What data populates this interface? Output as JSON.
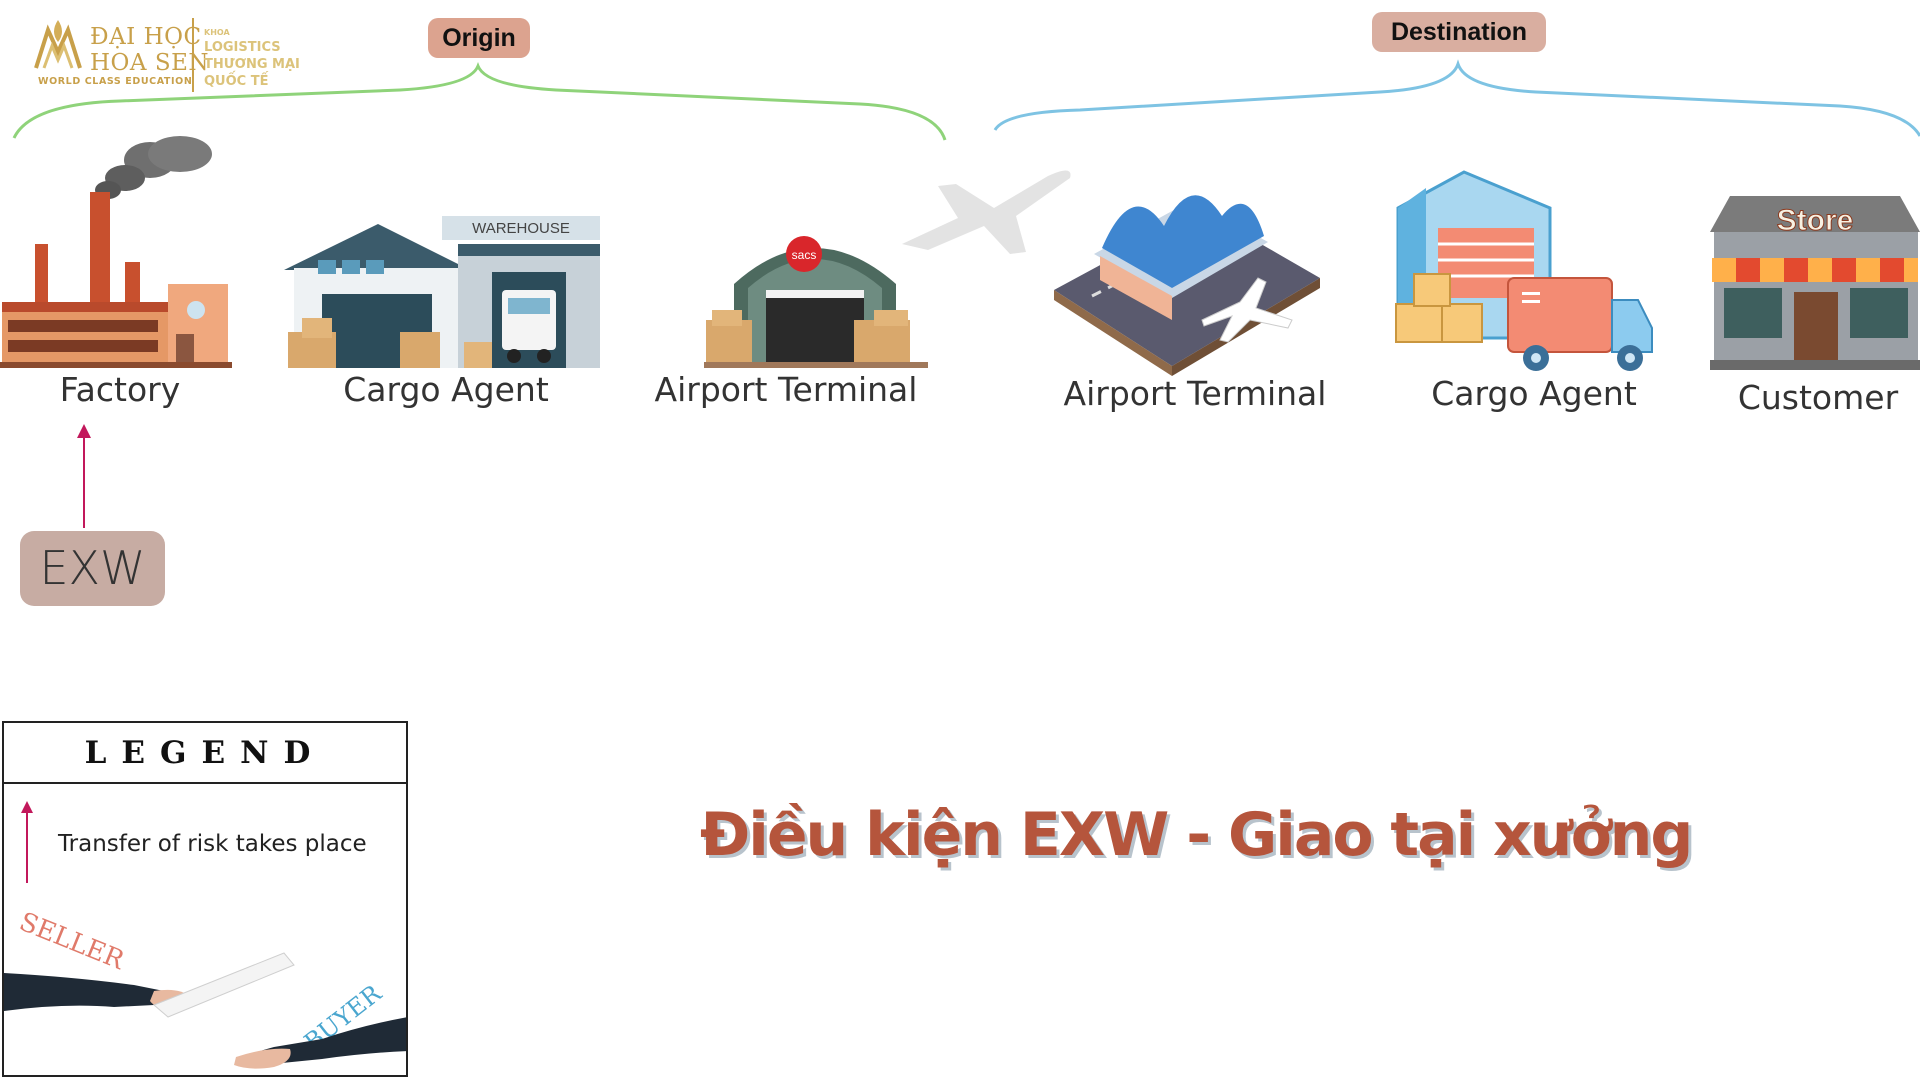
{
  "logo": {
    "name_line1": "ĐẠI HỌC",
    "name_line2": "HOA SEN",
    "tagline": "WORLD CLASS EDUCATION",
    "faculty_label": "KHOA",
    "faculty_line1": "LOGISTICS",
    "faculty_line2": "THƯƠNG MẠI",
    "faculty_line3": "QUỐC TẾ"
  },
  "groups": {
    "origin": "Origin",
    "destination": "Destination"
  },
  "stages": [
    {
      "label": "Factory",
      "icon": "factory-icon"
    },
    {
      "label": "Cargo Agent",
      "icon": "warehouse-icon",
      "sign": "WAREHOUSE"
    },
    {
      "label": "Airport Terminal",
      "icon": "hangar-icon",
      "sign": "sacs"
    },
    {
      "label": "Airport Terminal",
      "icon": "airport-icon"
    },
    {
      "label": "Cargo Agent",
      "icon": "truck-warehouse-icon"
    },
    {
      "label": "Customer",
      "icon": "store-icon",
      "sign": "Store"
    }
  ],
  "term_badge": "EXW",
  "legend": {
    "title": "LEGEND",
    "arrow_text": "Transfer of risk takes place",
    "seller_label": "SELLER",
    "buyer_label": "BUYER"
  },
  "title": "Điều kiện EXW - Giao tại xưởng",
  "colors": {
    "origin_brace": "#8fd37a",
    "destination_brace": "#7ec3e3",
    "risk_arrow": "#c2185b",
    "title": "#b5553c",
    "title_shadow": "#b8c3cc",
    "badge": "#c7aca3"
  }
}
